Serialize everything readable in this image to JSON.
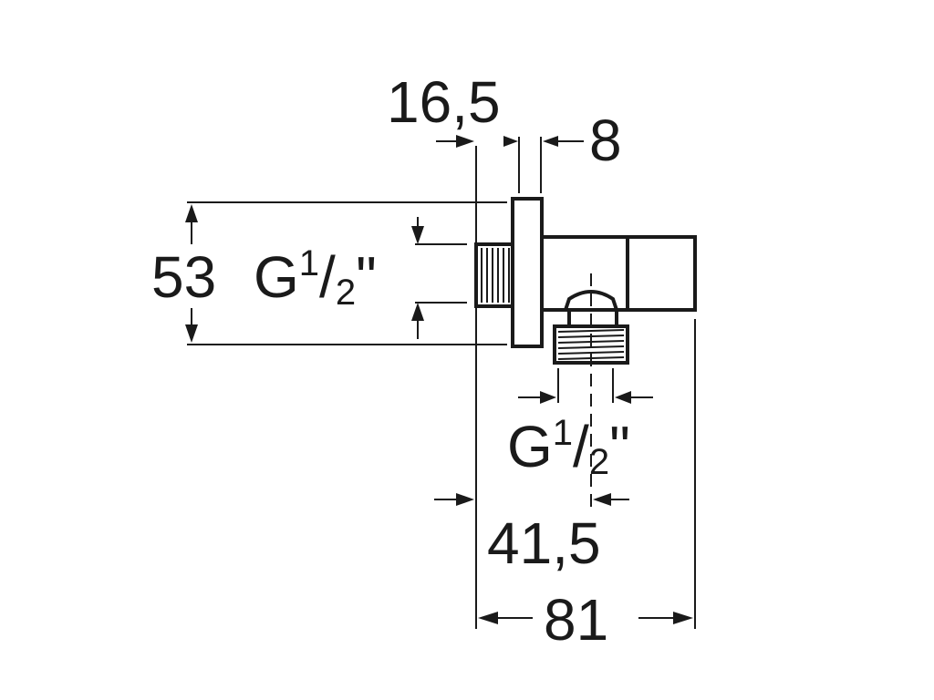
{
  "drawing": {
    "dimensions": {
      "top_offset": "16,5",
      "flange_width": "8",
      "height": "53",
      "inlet_thread_base": "G",
      "inlet_thread_num": "1",
      "inlet_thread_den": "2",
      "inlet_thread_mark": "\"",
      "outlet_thread_base": "G",
      "outlet_thread_num": "1",
      "outlet_thread_den": "2",
      "outlet_thread_mark": "\"",
      "outlet_offset": "41,5",
      "total_length": "81"
    },
    "line_color": "#1a1a1a",
    "background": "#ffffff"
  }
}
